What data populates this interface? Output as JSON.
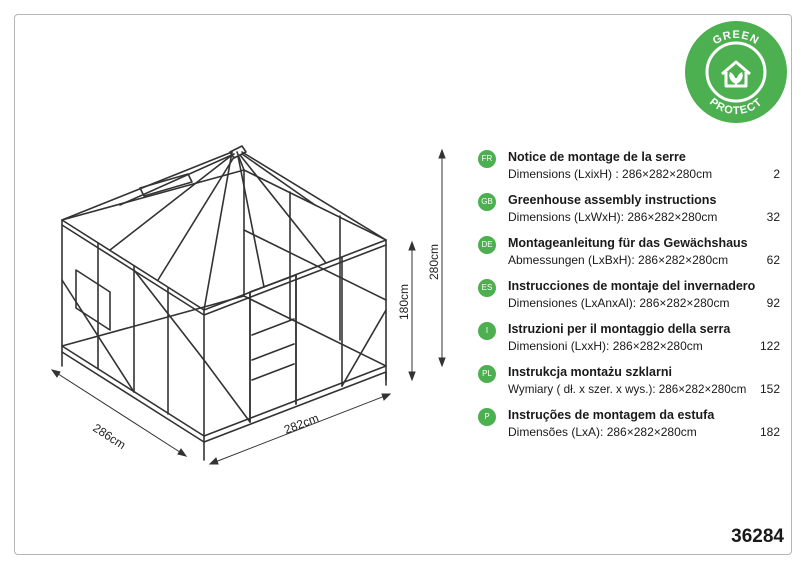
{
  "dimensions": {
    "width_label": "286cm",
    "length_label": "282cm",
    "side_height_label": "180cm",
    "total_height_label": "280cm"
  },
  "badge": {
    "top_text": "GREEN",
    "bottom_text": "PROTECT",
    "color": "#4caf50"
  },
  "languages": [
    {
      "code": "FR",
      "title": "Notice de montage de la serre",
      "dims": "Dimensions (LxixH) : 286×282×280cm",
      "page": "2"
    },
    {
      "code": "GB",
      "title": "Greenhouse assembly instructions",
      "dims": "Dimensions (LxWxH): 286×282×280cm",
      "page": "32"
    },
    {
      "code": "DE",
      "title": "Montageanleitung für das Gewächshaus",
      "dims": "Abmessungen (LxBxH): 286×282×280cm",
      "page": "62"
    },
    {
      "code": "ES",
      "title": "Instrucciones de montaje del invernadero",
      "dims": "Dimensiones (LxAnxAl): 286×282×280cm",
      "page": "92"
    },
    {
      "code": "I",
      "title": "Istruzioni per il montaggio della serra",
      "dims": "Dimensioni (LxxH): 286×282×280cm",
      "page": "122"
    },
    {
      "code": "PL",
      "title": "Instrukcja montażu szklarni",
      "dims": "Wymiary ( dł. x szer. x wys.): 286×282×280cm",
      "page": "152"
    },
    {
      "code": "P",
      "title": "Instruções de montagem da estufa",
      "dims": "Dimensões (LxA): 286×282×280cm",
      "page": "182"
    }
  ],
  "product_number": "36284"
}
